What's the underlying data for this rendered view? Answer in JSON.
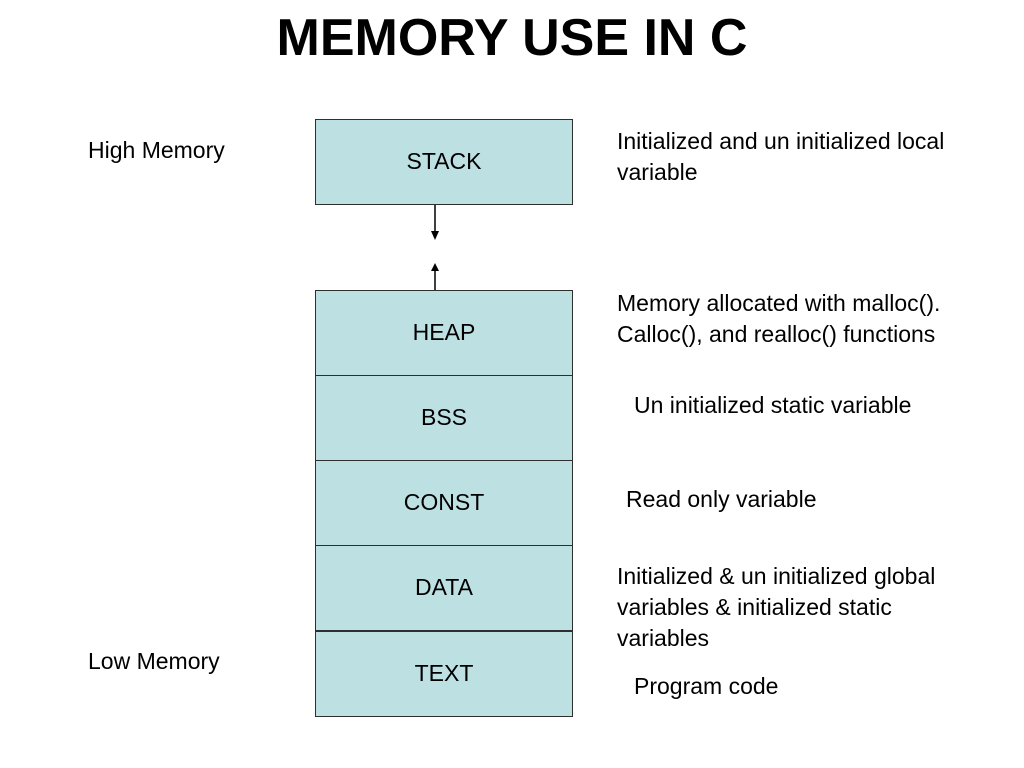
{
  "title": "MEMORY USE IN C",
  "labels": {
    "high": "High Memory",
    "low": "Low Memory"
  },
  "segments": [
    "STACK",
    "HEAP",
    "BSS",
    "CONST",
    "DATA",
    "TEXT"
  ],
  "descriptions": {
    "stack": "Initialized and un initialized local variable",
    "heap": "Memory allocated with malloc(). Calloc(), and realloc() functions",
    "bss": "Un initialized static variable",
    "const": "Read only variable",
    "data": "Initialized & un initialized global variables & initialized static variables",
    "text": "Program code"
  },
  "colors": {
    "segment_fill": "#bde0e3",
    "segment_border": "#2f2f2f"
  }
}
